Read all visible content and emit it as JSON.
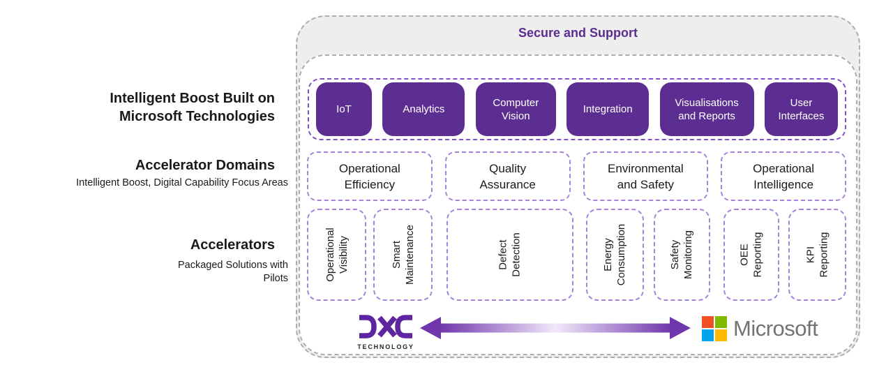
{
  "secure_band": {
    "title": "Secure and Support"
  },
  "labels": {
    "intelligent_boost": {
      "title": "Intelligent Boost Built on\nMicrosoft Technologies"
    },
    "accelerator_domains": {
      "title": "Accelerator Domains",
      "subtitle": "Intelligent Boost, Digital Capability Focus Areas"
    },
    "accelerators": {
      "title": "Accelerators",
      "subtitle": "Packaged Solutions with\nPilots"
    }
  },
  "technologies": [
    "IoT",
    "Analytics",
    "Computer\nVision",
    "Integration",
    "Visualisations\nand Reports",
    "User\nInterfaces"
  ],
  "domains": [
    "Operational\nEfficiency",
    "Quality\nAssurance",
    "Environmental\nand Safety",
    "Operational\nIntelligence"
  ],
  "accelerators": [
    "Operational\nVisibility",
    "Smart\nMaintenance",
    "Defect\nDetection",
    "Energy\nConsumption",
    "Safety\nMonitoring",
    "OEE\nReporting",
    "KPI\nReporting"
  ],
  "footer": {
    "dxc_technology_label": "TECHNOLOGY",
    "microsoft_label": "Microsoft"
  },
  "colors": {
    "box_purple": "#5c2e91",
    "secure_text_purple": "#5b2d90",
    "row1_dash_purple": "#8250c8",
    "light_dash_purple": "#a583db",
    "gray_dash": "#adadad",
    "band_bg": "#efeeef",
    "dxc_purple": "#5f249f",
    "arrow_purple": "#7036ac",
    "ms_red": "#f25022",
    "ms_green": "#7fba00",
    "ms_blue": "#00a4ef",
    "ms_yellow": "#ffb900",
    "ms_text_gray": "#737373"
  }
}
